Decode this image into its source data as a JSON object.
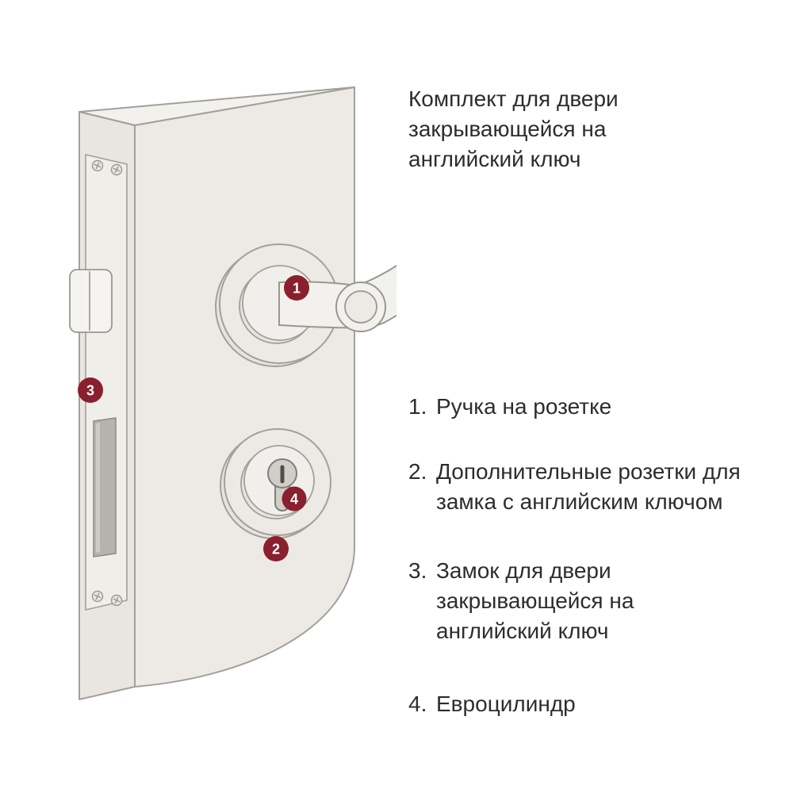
{
  "title": {
    "text": "Комплект для двери закрывающейся на английский ключ",
    "lines": [
      "Комплект для двери",
      "закрывающейся на",
      "английский ключ"
    ]
  },
  "legend": {
    "items": [
      {
        "num": "1.",
        "text": "Ручка на розетке",
        "lines": [
          "Ручка на розетке"
        ]
      },
      {
        "num": "2.",
        "text": "Дополнительные розетки для замка с английским ключом",
        "lines": [
          "Дополнительные розетки для",
          "замка с английским ключом"
        ]
      },
      {
        "num": "3.",
        "text": "Замок для двери закрывающейся на английский ключ",
        "lines": [
          "Замок для двери",
          "закрывающейся на",
          "английский ключ"
        ]
      },
      {
        "num": "4.",
        "text": "Евроцилиндр",
        "lines": [
          "Евроцилиндр"
        ]
      }
    ]
  },
  "diagram": {
    "description": "Дверь с ручкой на розетке, розеткой под цилиндр, врезным замком и евроцилиндром",
    "badges": [
      {
        "label": "1"
      },
      {
        "label": "2"
      },
      {
        "label": "3"
      },
      {
        "label": "4"
      }
    ],
    "colors": {
      "badge": "#8a1f2d",
      "outline": "#a3a09b",
      "door_front": "#edeae5",
      "door_edge": "#e9e6e1",
      "door_top": "#f3f1ed",
      "slot": "#b5b3ae",
      "cylinder": "#d0cec9"
    }
  }
}
